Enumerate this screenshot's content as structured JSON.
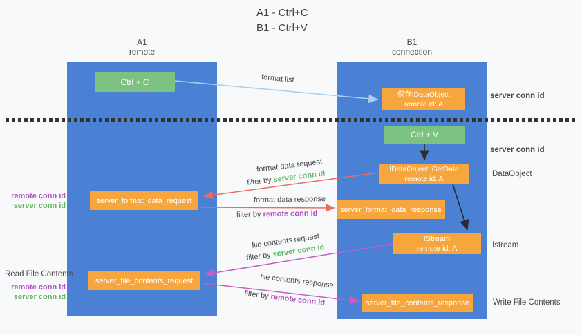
{
  "title": {
    "line1": "A1 - Ctrl+C",
    "line2": "B1 - Ctrl+V"
  },
  "lanes": [
    {
      "name": "A1",
      "subtitle": "remote"
    },
    {
      "name": "B1",
      "subtitle": "connection"
    }
  ],
  "boxes": {
    "ctrl_c": {
      "label": "Ctrl + C"
    },
    "save_idataobject": {
      "line1": "保存IDataObject",
      "line2": "remote id: A"
    },
    "ctrl_v": {
      "label": "Ctrl + V"
    },
    "getdata": {
      "line1": "IDataObject::GetData",
      "line2": "remote id: A"
    },
    "format_request": {
      "label": "server_format_data_request"
    },
    "format_response": {
      "label": "server_format_data_response"
    },
    "istream": {
      "line1": "IStream",
      "line2": "remote id: A"
    },
    "file_request": {
      "label": "server_file_contents_request"
    },
    "file_response": {
      "label": "server_file_contents_response"
    }
  },
  "edge_labels": {
    "format_list": "format list",
    "format_data_request": "format data request",
    "format_data_response": "format data response",
    "file_contents_request": "file contents request",
    "file_contents_response": "file contents response",
    "filter_by": "filter by ",
    "server_conn_id": "server conn id",
    "remote_conn_id": "remote conn id"
  },
  "side_labels": {
    "server_conn_id_top_right": "server conn id",
    "server_conn_id_mid_right": "server conn id",
    "dataobject": "DataObject",
    "istream": "Istream",
    "write_file_contents": "Write File Contents",
    "read_file_contents": "Read File Contents",
    "remote_conn_id_left_1": "remote conn id",
    "server_conn_id_left_1": "server conn id",
    "remote_conn_id_left_2": "remote conn id",
    "server_conn_id_left_2": "server conn id"
  },
  "colors": {
    "lane_blue": "#4a81d4",
    "box_green": "#7cc382",
    "box_orange": "#f7a63e",
    "arrow_light_blue": "#a9cfee",
    "arrow_red": "#ee6a5f",
    "arrow_black": "#2b2b2b",
    "arrow_magenta": "#c55ec5",
    "label_green": "#5cb85c",
    "label_purple": "#b052c0",
    "text_dark": "#434343",
    "background": "#f8f9fa"
  }
}
